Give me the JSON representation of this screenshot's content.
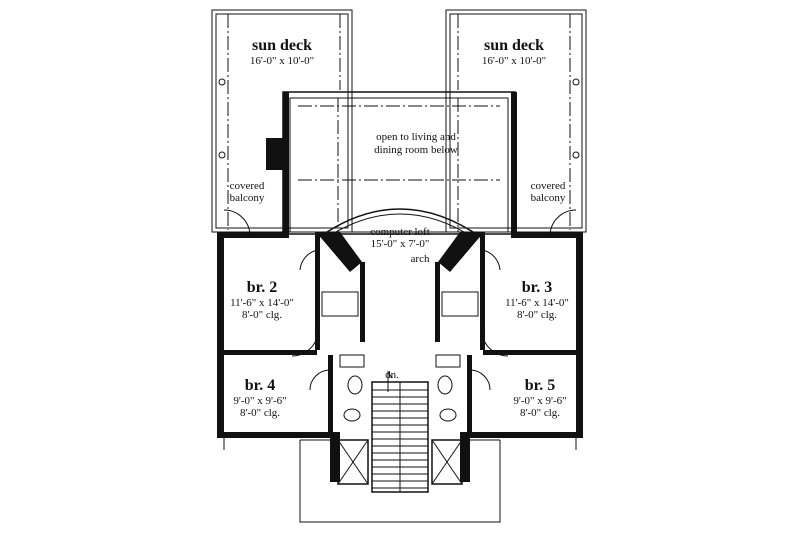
{
  "rooms": {
    "sun_deck_left": {
      "name": "sun deck",
      "size": "16'-0\" x 10'-0\""
    },
    "sun_deck_right": {
      "name": "sun deck",
      "size": "16'-0\" x 10'-0\""
    },
    "open_area": {
      "line1": "open to living and",
      "line2": "dining room below"
    },
    "covered_balcony_left": {
      "line1": "covered",
      "line2": "balcony"
    },
    "covered_balcony_right": {
      "line1": "covered",
      "line2": "balcony"
    },
    "computer_loft": {
      "name": "computer loft",
      "size": "15'-0\" x 7'-0\""
    },
    "arch": "arch",
    "br2": {
      "name": "br. 2",
      "size": "11'-6\" x 14'-0\"",
      "ceiling": "8'-0\" clg."
    },
    "br3": {
      "name": "br. 3",
      "size": "11'-6\" x 14'-0\"",
      "ceiling": "8'-0\" clg."
    },
    "br4": {
      "name": "br. 4",
      "size": "9'-0\" x 9'-6\"",
      "ceiling": "8'-0\" clg."
    },
    "br5": {
      "name": "br. 5",
      "size": "9'-0\" x 9'-6\"",
      "ceiling": "8'-0\" clg."
    },
    "stair_dn": "dn."
  }
}
